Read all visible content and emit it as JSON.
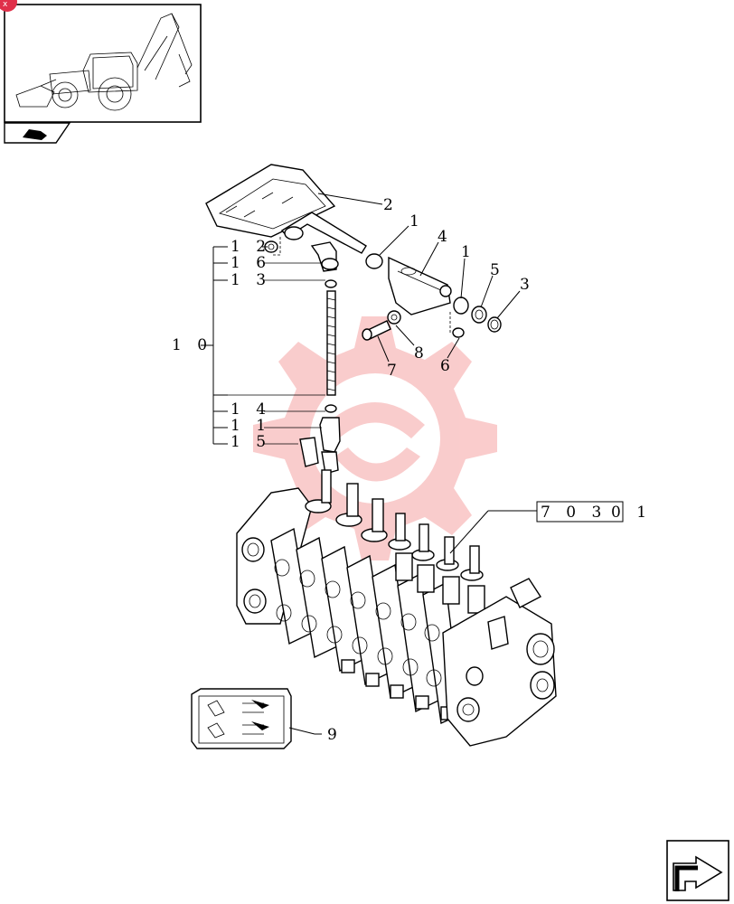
{
  "diagram": {
    "callouts": {
      "c1a": "1",
      "c1b": "1",
      "c2": "2",
      "c3": "3",
      "c4": "4",
      "c5": "5",
      "c6": "6",
      "c7": "7",
      "c8": "8",
      "c9": "9",
      "c10": "1 0",
      "c11": "1 1",
      "c12": "1 2",
      "c13": "1 3",
      "c14": "1 4",
      "c15": "1 5",
      "c16": "1 6"
    },
    "reference_box": {
      "code": "7 0 3",
      "sheet": "0 1"
    }
  },
  "watermark_color": "#f5a3a3"
}
